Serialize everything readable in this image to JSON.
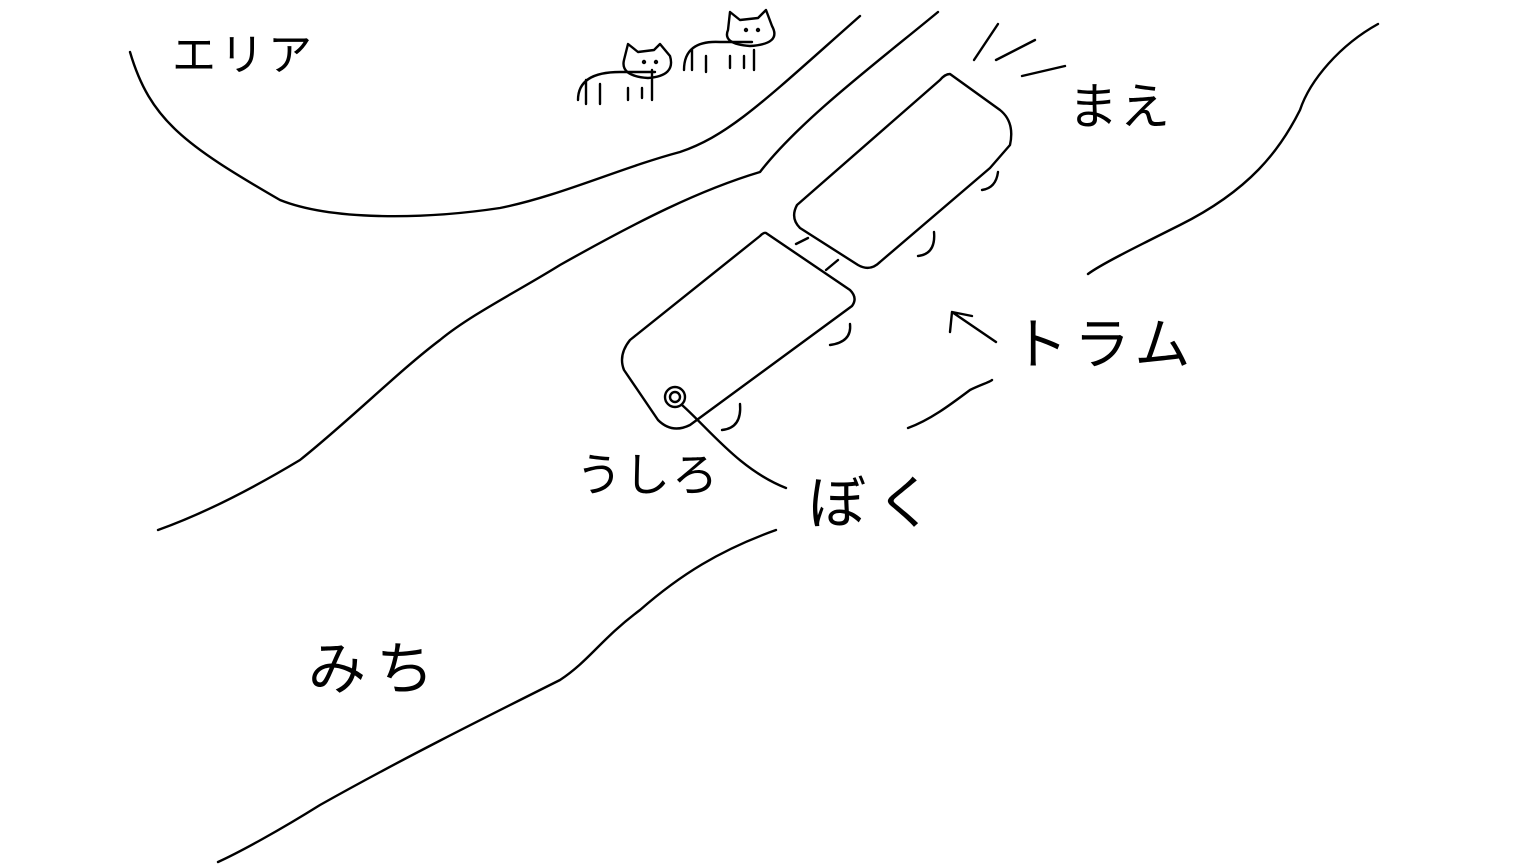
{
  "labels": {
    "area": "エリア",
    "front": "まえ",
    "tram": "トラム",
    "back": "うしろ",
    "me": "ぼく",
    "road": "みち"
  },
  "colors": {
    "background": "#ffffff",
    "ink": "#000000"
  },
  "icons": [
    "cat-sketch",
    "cat-sketch",
    "arrow",
    "person-marker"
  ]
}
